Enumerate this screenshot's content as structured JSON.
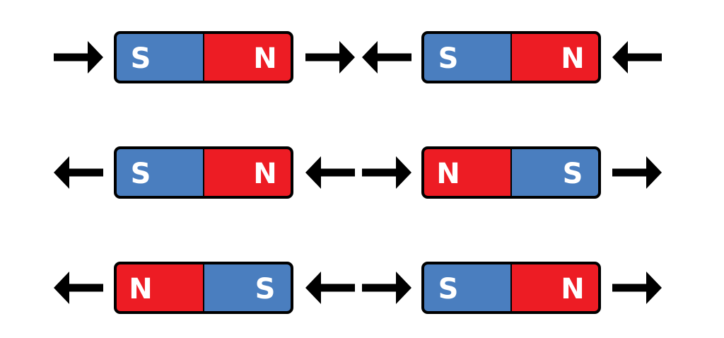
{
  "colors": {
    "north_pole": "#ED1C24",
    "south_pole": "#4A7EBF",
    "outline": "#000000",
    "arrow": "#000000",
    "background": "#FFFFFF"
  },
  "rows": [
    {
      "magnets": [
        {
          "left_pole": "S",
          "right_pole": "N"
        },
        {
          "left_pole": "S",
          "right_pole": "N"
        }
      ],
      "arrows": [
        "right",
        "right",
        "left",
        "left"
      ]
    },
    {
      "magnets": [
        {
          "left_pole": "S",
          "right_pole": "N"
        },
        {
          "left_pole": "N",
          "right_pole": "S"
        }
      ],
      "arrows": [
        "left",
        "left",
        "right",
        "right"
      ]
    },
    {
      "magnets": [
        {
          "left_pole": "N",
          "right_pole": "S"
        },
        {
          "left_pole": "S",
          "right_pole": "N"
        }
      ],
      "arrows": [
        "left",
        "left",
        "right",
        "right"
      ]
    }
  ]
}
